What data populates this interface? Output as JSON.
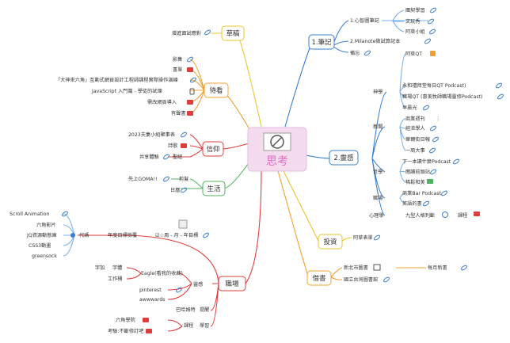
{
  "center": {
    "label": "思考"
  },
  "colors": {
    "blue": "#3a7fd0",
    "yellow": "#e8c432",
    "orange": "#f0a030",
    "red": "#e03c3c",
    "green": "#50b060",
    "lightblue": "#7ab0e8",
    "centerFill": "#f4dcee",
    "centerStroke": "#e4bcdf"
  },
  "branches": {
    "notes": {
      "label": "1.筆記"
    },
    "insight": {
      "label": "2.靈感"
    },
    "drafts": {
      "label": "草稿"
    },
    "watch": {
      "label": "待看"
    },
    "faith": {
      "label": "信仰"
    },
    "life": {
      "label": "生活"
    },
    "invest": {
      "label": "投資"
    },
    "books": {
      "label": "借書"
    },
    "career": {
      "label": "職場"
    }
  },
  "notes": {
    "evernote": "1.心智圖筆記",
    "milanote": "2.Milanote做試算記本",
    "misc": "備忘",
    "leaves": [
      "團契學習",
      "文玩秀",
      "阿草小組"
    ]
  },
  "insight": {
    "groups": [
      "神學",
      "新聞",
      "哲學",
      "職場",
      "心理學"
    ],
    "theology": [
      "阿草QT",
      "永和禮拜堂每日QT Podcast)",
      "職場QT (惠美牧師職場靈修Podcast)",
      "早晨光"
    ],
    "news": [
      "商業週刊",
      "經濟學人",
      "華爾街日報",
      "一周大事"
    ],
    "philosophy": [
      "下一本讀什麼Podcast",
      "閱讀前頭站",
      "稀鬆和美"
    ],
    "work": [
      "商業Bar Podcast",
      "英語的書"
    ],
    "psych": [
      "九型人格判斷",
      "課程"
    ]
  },
  "drafts": {
    "items": [
      "增進面試應對"
    ]
  },
  "watch": {
    "items": [
      "影集",
      "書單",
      "「大神來六角」互動式網頁設計工程師課程實際操作演練",
      "JavaScript 入門篇 - 學徒的試煉",
      "需改網頁導入",
      "有聲書"
    ]
  },
  "faith": {
    "items": [
      "2023夫妻小組聚事表",
      "詩歌",
      "聖經",
      "共享體驗"
    ]
  },
  "life": {
    "items": [
      "先上GOMA!!",
      "日曆",
      "剪髮"
    ]
  },
  "invest": {
    "items": [
      "阿草表單"
    ]
  },
  "books": {
    "items": [
      "新北市圖書",
      "國立台灣圖書館",
      "每月新書"
    ]
  },
  "career": {
    "skills": [
      "Scroll Animation",
      "六角影片",
      "JQ資源動態庫",
      "CSS3動畫",
      "greensock"
    ],
    "code_label": "代碼",
    "annual_goal": "年度目標檢覆",
    "goal_sub": "☑☆周 - 月 - 年目標",
    "design": "靈感",
    "eagle": "Eagle(看我的收藏)",
    "fonts": [
      "字加",
      "字體",
      "工作桶"
    ],
    "sites": [
      "pinterest",
      "awwwards"
    ],
    "courses_label": "課程",
    "learn_label": "學習",
    "intern": "巴哈姆特",
    "hint": "提醒",
    "learning": [
      "六角學院",
      "考驗:不斷修訂吧"
    ]
  }
}
